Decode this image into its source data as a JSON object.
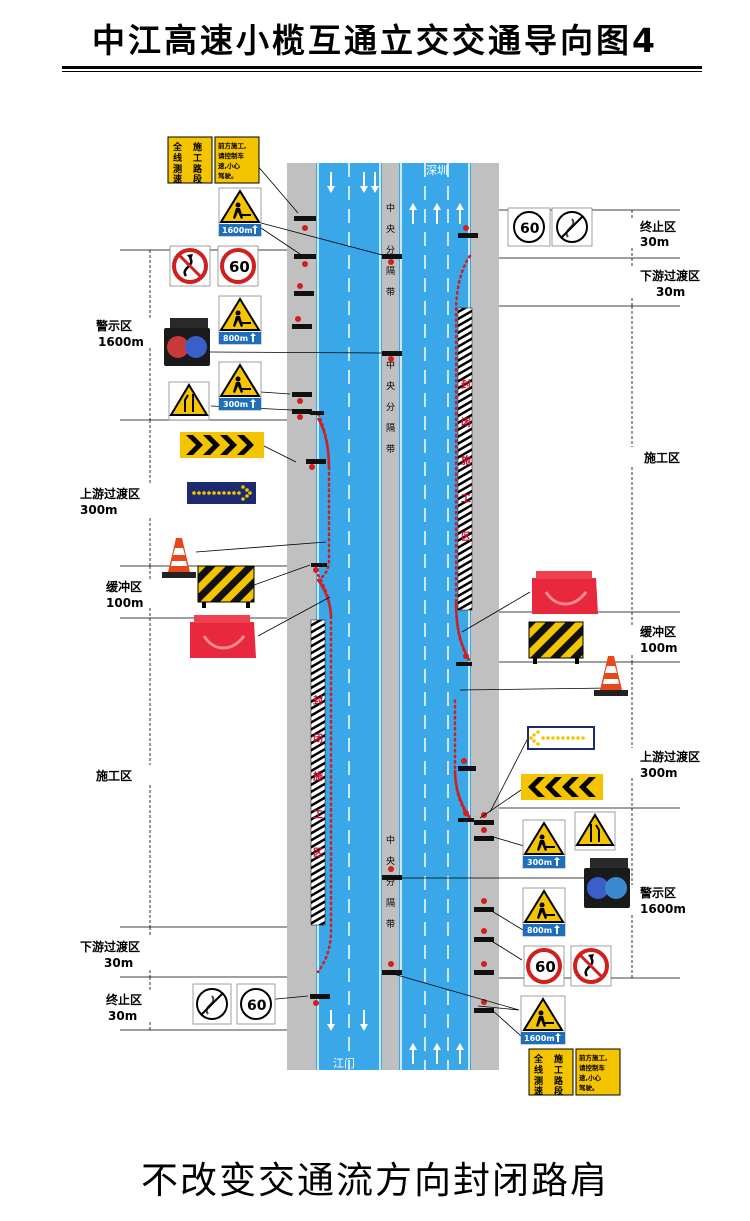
{
  "title": "中江高速小榄互通立交交通导向图4",
  "subtitle": "不改变交通流方向封闭路肩",
  "colors": {
    "lane": "#3aa7e8",
    "shoulder": "#c0c0c0",
    "median": "#bfbfbf",
    "marker": "#d01f1f",
    "warn": "#f5c400",
    "sign_blue": "#1c6fb8"
  },
  "destinations": {
    "top": "深圳",
    "bottom": "江门"
  },
  "median_label_chars": [
    "中",
    "央",
    "分",
    "隔",
    "带"
  ],
  "closure_chars": [
    "封",
    "闭",
    "施",
    "工",
    "区"
  ],
  "zones_left": [
    {
      "id": "warning",
      "lines": [
        "警示区",
        "1600m"
      ]
    },
    {
      "id": "upstream",
      "lines": [
        "上游过渡区",
        "300m"
      ]
    },
    {
      "id": "buffer",
      "lines": [
        "缓冲区",
        "100m"
      ]
    },
    {
      "id": "work",
      "lines": [
        "施工区"
      ]
    },
    {
      "id": "downstream",
      "lines": [
        "下游过渡区",
        "30m"
      ]
    },
    {
      "id": "end",
      "lines": [
        "终止区",
        "30m"
      ]
    }
  ],
  "zones_right": [
    {
      "id": "end",
      "lines": [
        "终止区",
        "30m"
      ]
    },
    {
      "id": "downstream",
      "lines": [
        "下游过渡区",
        "30m"
      ]
    },
    {
      "id": "work",
      "lines": [
        "施工区"
      ]
    },
    {
      "id": "buffer",
      "lines": [
        "缓冲区",
        "100m"
      ]
    },
    {
      "id": "upstream",
      "lines": [
        "上游过渡区",
        "300m"
      ]
    },
    {
      "id": "warning",
      "lines": [
        "警示区",
        "1600m"
      ]
    }
  ],
  "signs": {
    "survey_chars": [
      "全",
      "施",
      "线",
      "工",
      "测",
      "路",
      "速",
      "段"
    ],
    "caution_lines": [
      "前方施工,",
      "请控制车",
      "速,小心",
      "驾驶。"
    ],
    "speed_limit": "60",
    "distances": {
      "d1600": "1600m",
      "d800": "800m",
      "d300": "300m"
    }
  }
}
